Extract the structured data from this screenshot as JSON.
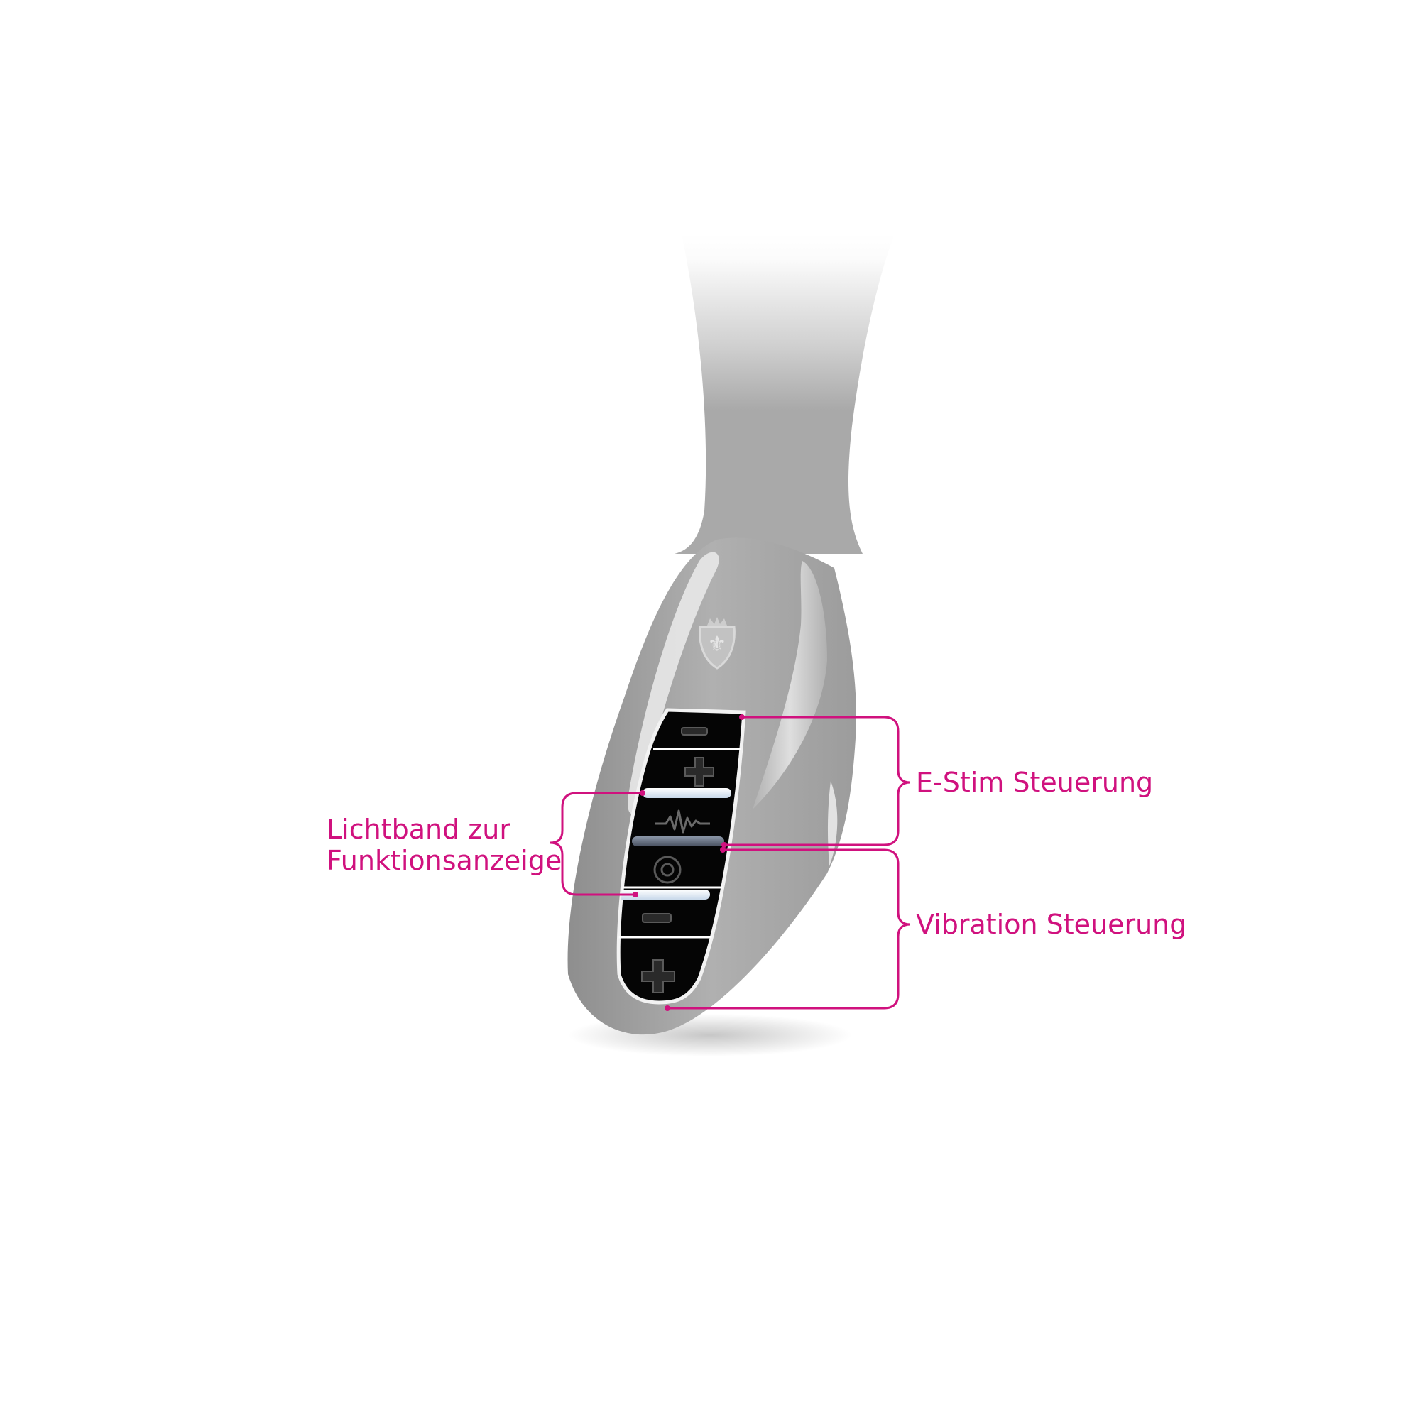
{
  "colors": {
    "accent": "#d0117e",
    "device_body": "#a9a9a9",
    "control_panel": "#000000",
    "light_band": "#dde8f5"
  },
  "annotations": {
    "estim": "E-Stim Steuerung",
    "vibration": "Vibration Steuerung",
    "lichtband_line1": "Lichtband zur",
    "lichtband_line2": "Funktionsanzeige"
  },
  "buttons": [
    {
      "icon": "minus-icon",
      "group": "E-Stim"
    },
    {
      "icon": "plus-icon",
      "group": "E-Stim"
    },
    {
      "icon": "pulse-wave-icon",
      "group": "E-Stim"
    },
    {
      "icon": "ring-icon",
      "group": "Vibration"
    },
    {
      "icon": "minus-icon",
      "group": "Vibration"
    },
    {
      "icon": "plus-icon",
      "group": "Vibration"
    }
  ],
  "logo_icon": "crowned-shield-fleur-de-lis-icon"
}
